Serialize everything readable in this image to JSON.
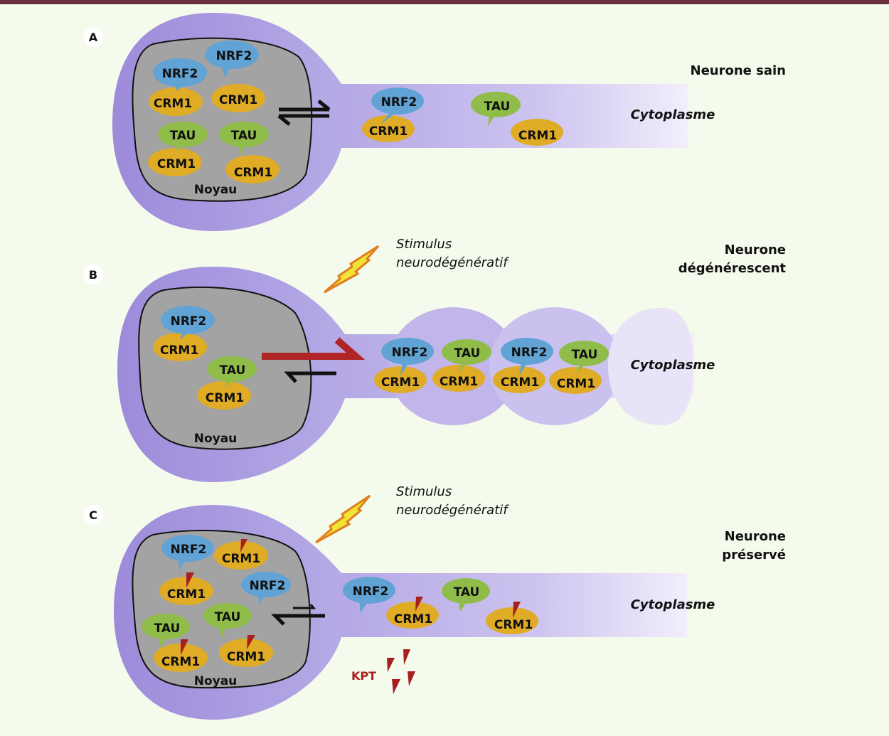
{
  "panels": [
    {
      "letter": "A",
      "state_line1": "Neurone sain",
      "state_line2": "",
      "nucleus_label": "Noyau",
      "cytoplasm_label": "Cytoplasme",
      "stimulus": null
    },
    {
      "letter": "B",
      "state_line1": "Neurone",
      "state_line2": "dégénérescent",
      "nucleus_label": "Noyau",
      "cytoplasm_label": "Cytoplasme",
      "stimulus": {
        "line1": "Stimulus",
        "line2": "neurodégénératif"
      }
    },
    {
      "letter": "C",
      "state_line1": "Neurone",
      "state_line2": "préservé",
      "nucleus_label": "Noyau",
      "cytoplasm_label": "Cytoplasme",
      "stimulus": {
        "line1": "Stimulus",
        "line2": "neurodégénératif"
      },
      "drug_label": "KPT"
    }
  ],
  "proteins": {
    "nrf2": "NRF2",
    "tau": "TAU",
    "crm1": "CRM1"
  },
  "colors": {
    "background": "#f4faec",
    "top_bar": "#6b2f3f",
    "cell_body": "#a293dc",
    "nucleus": "#a3a3a3",
    "nrf2": "#60a3d4",
    "tau": "#90bd4a",
    "crm1": "#e0ab25",
    "export_arrow_red": "#b02525",
    "kpt": "#a81f1f",
    "lightning_fill": "#f0e435",
    "lightning_stroke": "#e07e20"
  }
}
